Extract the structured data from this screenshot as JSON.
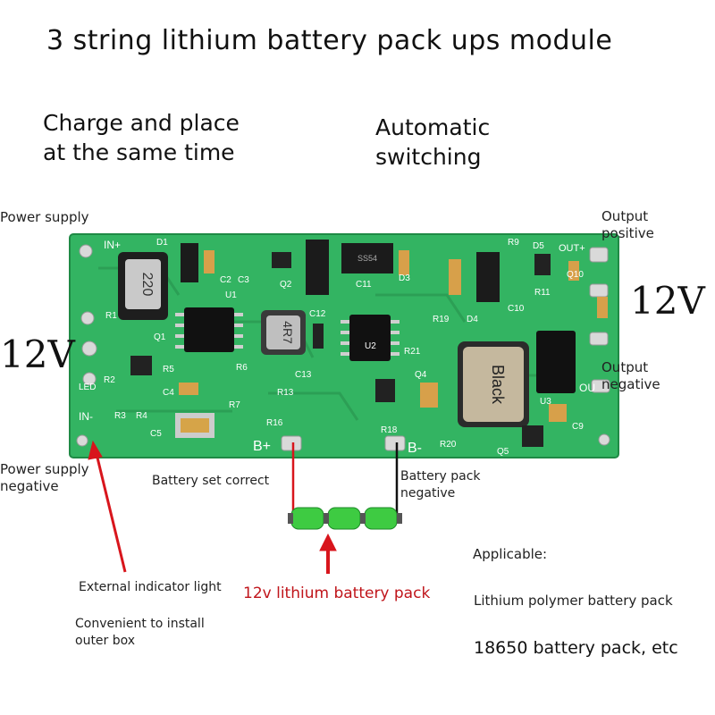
{
  "title": "3 string lithium battery pack ups module",
  "features": {
    "left_line1": "Charge and place",
    "left_line2": "at the same time",
    "right_line1": "Automatic",
    "right_line2": "switching"
  },
  "labels": {
    "power_supply": "Power supply",
    "power_supply_negative_1": "Power supply",
    "power_supply_negative_2": "negative",
    "output_positive_1": "Output",
    "output_positive_2": "positive",
    "output_negative_1": "Output",
    "output_negative_2": "negative",
    "input_voltage": "12V",
    "output_voltage": "12V",
    "battery_set_correct": "Battery set correct",
    "battery_pack_negative_1": "Battery pack",
    "battery_pack_negative_2": "negative",
    "battery_pack": "12v lithium battery pack",
    "indicator_light": "External indicator light",
    "install_1": "Convenient to install",
    "install_2": "outer box",
    "applicable": "Applicable:",
    "app_1": "Lithium polymer battery pack",
    "app_2": "18650 battery pack, etc"
  },
  "board": {
    "silkscreen": {
      "in_plus": "IN+",
      "in_minus": "IN-",
      "out_plus": "OUT+",
      "out_minus": "OU",
      "b_plus": "B+",
      "b_minus": "B-",
      "led": "LED",
      "inductor_1": "220",
      "inductor_2": "4R7",
      "inductor_3": "Black",
      "diode_code": "SS54",
      "refs": [
        "D1",
        "C2",
        "C3",
        "U1",
        "Q2",
        "C11",
        "D3",
        "R9",
        "D5",
        "Q10",
        "R11",
        "R1",
        "Q1",
        "C12",
        "R19",
        "D4",
        "C10",
        "R6",
        "R5",
        "C4",
        "C13",
        "R2",
        "R3",
        "R4",
        "R7",
        "R13",
        "R16",
        "R21",
        "Q4",
        "U2",
        "U3",
        "C9",
        "C5",
        "R18",
        "R20",
        "Q5"
      ]
    }
  },
  "colors": {
    "pcb": "#33b462",
    "pcb_edge": "#1f8a45",
    "arrow": "#d8151c",
    "battery_green": "#3ecb42"
  }
}
